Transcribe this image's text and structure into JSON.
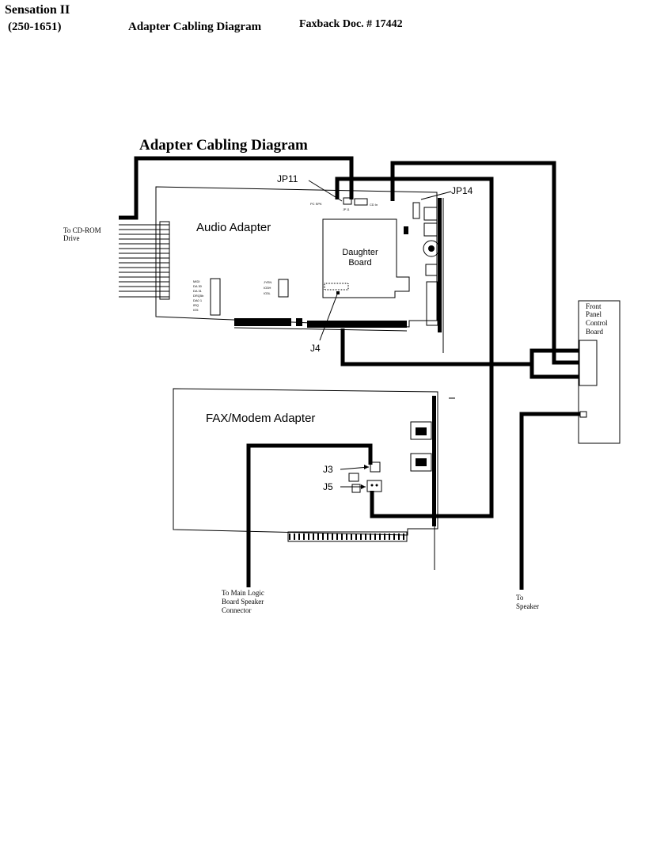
{
  "header": {
    "product": "Sensation II",
    "model": "(250-1651)",
    "doc_title": "Adapter  Cabling Diagram",
    "faxback": "Faxback Doc. # 17442"
  },
  "diagram": {
    "title": "Adapter Cabling Diagram",
    "audio_adapter": "Audio Adapter",
    "daughter_board": [
      "Daughter",
      "Board"
    ],
    "fax_modem_adapter": "FAX/Modem Adapter",
    "front_panel": [
      "Front",
      "Panel",
      "Control",
      "Board"
    ],
    "jp11": "JP11",
    "jp14": "JP14",
    "j4": "J4",
    "j3": "J3",
    "j5": "J5",
    "to_cdrom": [
      "To CD-ROM",
      "Drive"
    ],
    "to_main_logic": [
      "To Main Logic",
      "Board Speaker",
      "Connector"
    ],
    "to_speaker": [
      "To",
      "Speaker"
    ],
    "pc_spk": "PC SPK",
    "cd_in": "CD In",
    "jp_small": "JP 11",
    "audio_jumpers_left": [
      "MIDI",
      "DA 30",
      "DA 31",
      "DRQ5b",
      "DA0 1",
      "IRQ",
      "IO5"
    ],
    "audio_jumpers_right": [
      "JYEN",
      "IO3H",
      "IO3L"
    ]
  },
  "colors": {
    "ink": "#000000",
    "paper": "#ffffff"
  }
}
